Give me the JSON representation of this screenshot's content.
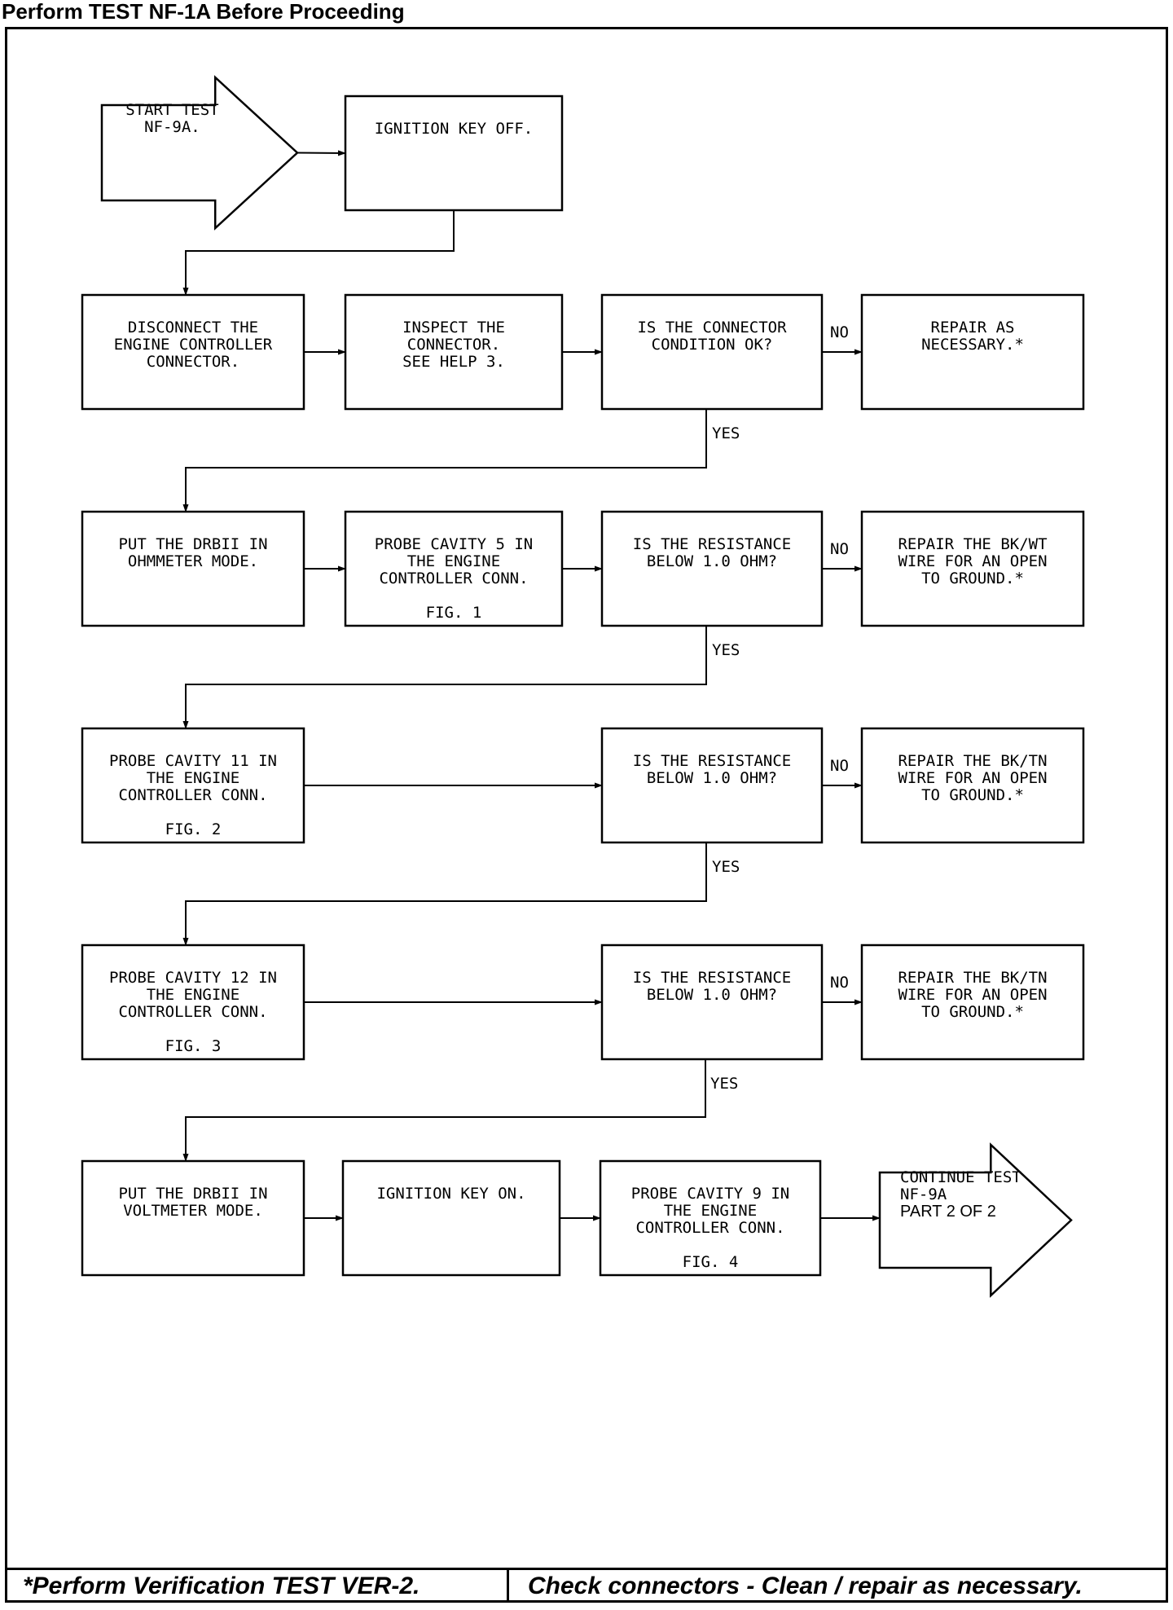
{
  "header": {
    "title": "Perform TEST NF-1A Before Proceeding"
  },
  "footer": {
    "left": "*Perform Verification TEST VER-2.",
    "right": "Check connectors - Clean / repair as necessary."
  },
  "labels": {
    "yes": "YES",
    "no": "NO"
  },
  "steps": {
    "start": [
      "START TEST",
      "NF-9A."
    ],
    "key_off": [
      "IGNITION KEY OFF."
    ],
    "disconnect": [
      "DISCONNECT THE",
      "ENGINE CONTROLLER",
      "CONNECTOR."
    ],
    "inspect": [
      "INSPECT THE",
      "CONNECTOR.",
      "SEE HELP 3."
    ],
    "q_condition": [
      "IS THE CONNECTOR",
      "CONDITION OK?"
    ],
    "repair_nec": [
      "REPAIR AS",
      "NECESSARY.*"
    ],
    "ohmmeter": [
      "PUT THE DRBII IN",
      "OHMMETER MODE."
    ],
    "probe5": [
      "PROBE CAVITY 5 IN",
      "THE ENGINE",
      "CONTROLLER CONN.",
      "",
      "FIG. 1"
    ],
    "q_res1": [
      "IS THE RESISTANCE",
      "BELOW 1.0 OHM?"
    ],
    "repair_bkwt": [
      "REPAIR THE BK/WT",
      "WIRE FOR AN OPEN",
      "TO GROUND.*"
    ],
    "probe11": [
      "PROBE CAVITY 11 IN",
      "THE ENGINE",
      "CONTROLLER CONN.",
      "",
      "FIG. 2"
    ],
    "q_res2": [
      "IS THE RESISTANCE",
      "BELOW 1.0 OHM?"
    ],
    "repair_bktn1": [
      "REPAIR THE BK/TN",
      "WIRE FOR AN OPEN",
      "TO GROUND.*"
    ],
    "probe12": [
      "PROBE CAVITY 12 IN",
      "THE ENGINE",
      "CONTROLLER CONN.",
      "",
      "FIG. 3"
    ],
    "q_res3": [
      "IS THE RESISTANCE",
      "BELOW 1.0 OHM?"
    ],
    "repair_bktn2": [
      "REPAIR THE BK/TN",
      "WIRE FOR AN OPEN",
      "TO GROUND.*"
    ],
    "voltmeter": [
      "PUT THE DRBII IN",
      "VOLTMETER MODE."
    ],
    "key_on": [
      "IGNITION KEY ON."
    ],
    "probe9": [
      "PROBE CAVITY 9 IN",
      "THE ENGINE",
      "CONTROLLER CONN.",
      "",
      "FIG. 4"
    ],
    "continue": [
      "CONTINUE TEST",
      "NF-9A",
      "PART 2 OF 2"
    ]
  }
}
